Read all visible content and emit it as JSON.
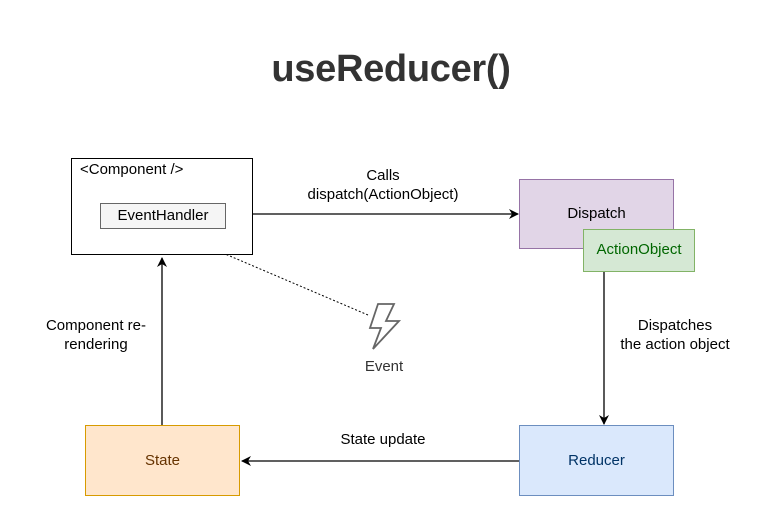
{
  "title": "useReducer()",
  "nodes": {
    "component": "<Component />",
    "event_handler": "EventHandler",
    "dispatch": "Dispatch",
    "action_object": "ActionObject",
    "reducer": "Reducer",
    "state": "State"
  },
  "edges": {
    "calls_line1": "Calls",
    "calls_line2": "dispatch(ActionObject)",
    "dispatches_line1": "Dispatches",
    "dispatches_line2": "the action object",
    "state_update": "State update",
    "rerender_line1": "Component re-",
    "rerender_line2": "rendering",
    "event": "Event"
  },
  "icons": {
    "event": "lightning-bolt-icon"
  },
  "colors": {
    "dispatch_fill": "#e1d5e7",
    "dispatch_stroke": "#9673a6",
    "action_fill": "#d5e8d4",
    "action_stroke": "#82b366",
    "reducer_fill": "#dae8fc",
    "reducer_stroke": "#6c8ebf",
    "state_fill": "#ffe6cc",
    "state_stroke": "#d79b00"
  }
}
